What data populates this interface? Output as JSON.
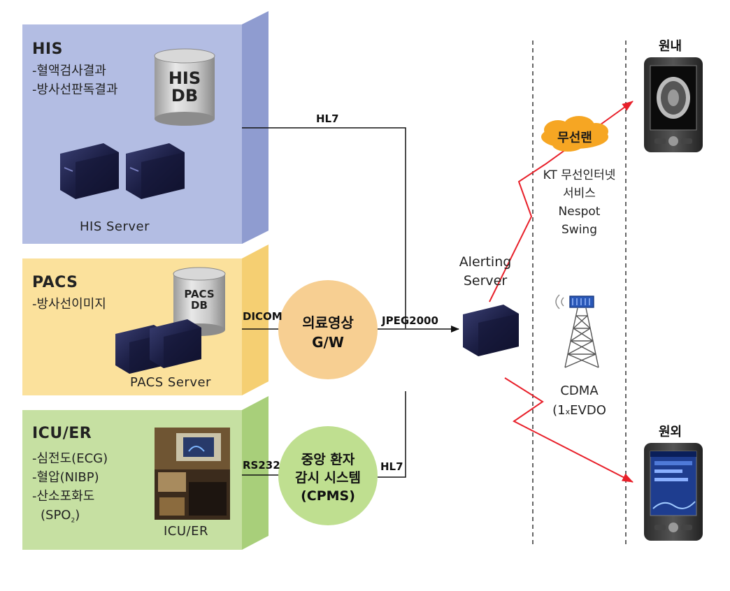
{
  "his": {
    "title": "HIS",
    "items": [
      "-혈액검사결과",
      "-방사선판독결과"
    ],
    "db_line1": "HIS",
    "db_line2": "DB",
    "server_caption": "HIS Server"
  },
  "pacs": {
    "title": "PACS",
    "items": [
      "-방사선이미지"
    ],
    "db_line1": "PACS",
    "db_line2": "DB",
    "server_caption": "PACS Server"
  },
  "icu": {
    "title": "ICU/ER",
    "items": [
      "-심전도(ECG)",
      "-혈압(NIBP)",
      "-산소포화도"
    ],
    "spo_prefix": "(SPO",
    "spo_sub": "2",
    "spo_suffix": ")",
    "photo_caption": "ICU/ER"
  },
  "links": {
    "his_hl7": "HL7",
    "dicom": "DICOM",
    "rs232": "RS232",
    "cpms_hl7": "HL7",
    "jpeg2000": "JPEG2000"
  },
  "gateway": {
    "line1": "의료영상",
    "line2": "G/W"
  },
  "cpms": {
    "line1": "중앙 환자",
    "line2": "감시 시스템",
    "line3": "(CPMS)"
  },
  "alerting": {
    "line1": "Alerting",
    "line2": "Server"
  },
  "wireless": {
    "cloud": "무선랜",
    "lines": [
      "KT 무선인터넷",
      "서비스",
      "Nespot",
      "Swing"
    ]
  },
  "cdma": {
    "line1": "CDMA",
    "line2_prefix": "(1",
    "line2_x": "x",
    "line2_suffix": "EVDO"
  },
  "inside": "원내",
  "outside": "원외",
  "colors": {
    "his_bg": "#b3bde3",
    "pacs_bg": "#fbe19c",
    "icu_bg": "#c6e0a2",
    "gateway": "#f7cf92",
    "cpms": "#bfdf90",
    "cloud": "#f6a623",
    "arrow": "#e8202a"
  }
}
